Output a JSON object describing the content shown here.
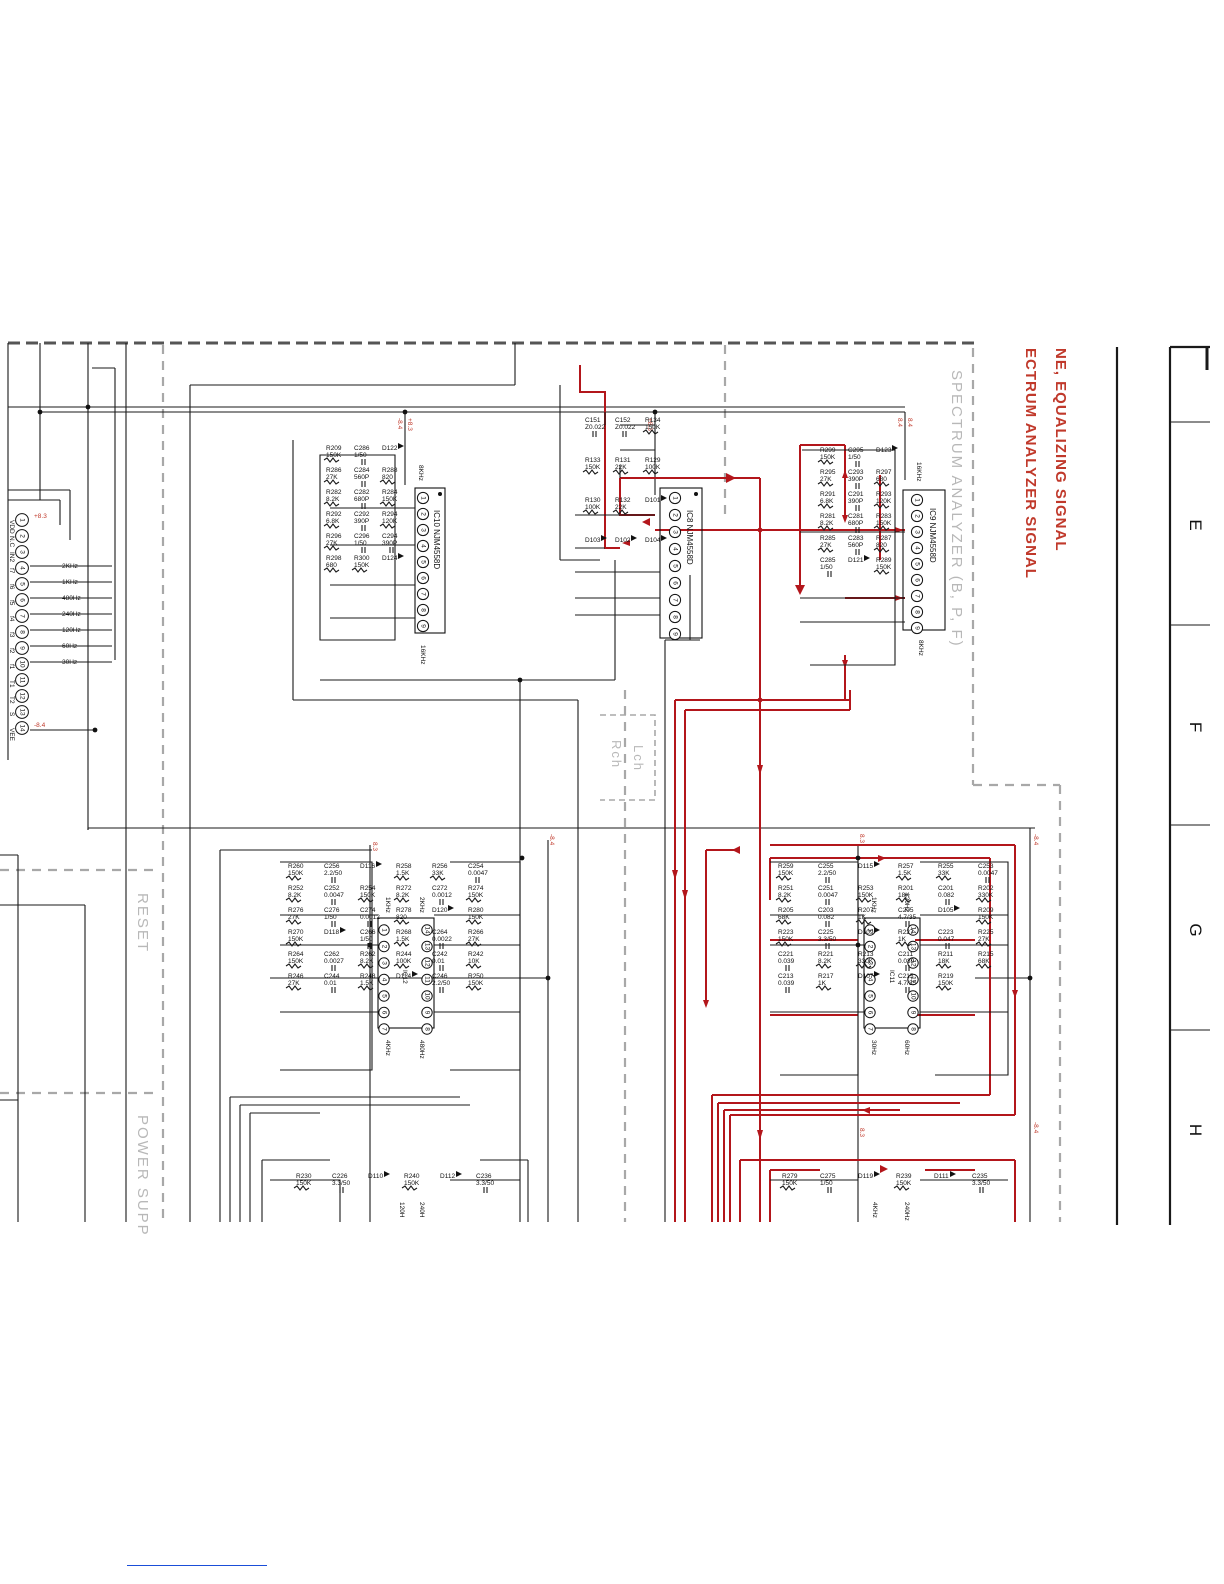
{
  "titles": {
    "line1": "NE, EQUALIZING SIGNAL",
    "line2": "ECTRUM ANALYZER SIGNAL",
    "spectrum": "SPECTRUM ANALYZER (B, P, F)",
    "reset": "RESET",
    "power": "POWER SUPP",
    "lch": "Lch",
    "rch": "Rch"
  },
  "columns": [
    "E",
    "F",
    "G",
    "H"
  ],
  "connector": {
    "pins": [
      "1",
      "2",
      "3",
      "4",
      "5",
      "6",
      "7",
      "8",
      "9",
      "10",
      "11",
      "12",
      "13",
      "14"
    ],
    "pin_labels": [
      "VDD",
      "N.C",
      "IN2",
      "f7",
      "f6",
      "f5",
      "f4",
      "f3",
      "f2",
      "f1",
      "T1",
      "T2",
      "S",
      "VEE"
    ],
    "freq_labels": [
      "2KHz",
      "1KHz",
      "480Hz",
      "240Hz",
      "120Hz",
      "60Hz",
      "30Hz"
    ],
    "vdd_value": "+8.3",
    "vee_value": "-8.4"
  },
  "ics": {
    "ic10": {
      "name": "IC10 NJM4558D",
      "pins": [
        "1",
        "2",
        "3",
        "4",
        "5",
        "6",
        "7",
        "8",
        "9"
      ],
      "f_top": "8KHz",
      "f_bottom": "16KHz"
    },
    "ic8": {
      "name": "IC8 NJM4558D",
      "pins": [
        "1",
        "2",
        "3",
        "4",
        "5",
        "6",
        "7",
        "8",
        "9"
      ]
    },
    "ic9": {
      "name": "IC9 NJM4558D",
      "pins": [
        "1",
        "2",
        "3",
        "4",
        "5",
        "6",
        "7",
        "8",
        "9"
      ],
      "f_top": "16KHz",
      "f_bottom": "8KHz"
    },
    "ic12": {
      "name": "IC12",
      "pins": [
        "1",
        "2",
        "3",
        "4",
        "5",
        "6",
        "7",
        "8",
        "9",
        "10",
        "11",
        "12",
        "13",
        "14"
      ],
      "f": [
        "1KHz",
        "2KHz",
        "4KHz",
        "480Hz"
      ]
    },
    "ic11": {
      "name": "IC11",
      "pins": [
        "1",
        "2",
        "3",
        "4",
        "5",
        "6",
        "7",
        "8",
        "9",
        "10",
        "11",
        "12",
        "13",
        "14"
      ],
      "f": [
        "1KHz",
        "120Hz",
        "30Hz",
        "60Hz"
      ]
    }
  },
  "rails": {
    "pos": "+8.3",
    "neg": "-8.4",
    "neg_short": "-8.4",
    "pos_short": "8.3",
    "pos_e": "8.4"
  },
  "components": {
    "ic10_left": [
      [
        "R209",
        "150K"
      ],
      [
        "C286",
        "1/50"
      ],
      [
        "D122",
        ""
      ],
      [
        "R286",
        "27K"
      ],
      [
        "C284",
        "560P"
      ],
      [
        "R288",
        "820"
      ],
      [
        "R282",
        "8.2K"
      ],
      [
        "C282",
        "680P"
      ],
      [
        "R284",
        "150K"
      ],
      [
        "R292",
        "6.8K"
      ],
      [
        "C292",
        "390P"
      ],
      [
        "R294",
        "120K"
      ],
      [
        "R296",
        "27K"
      ],
      [
        "C296",
        "1/50"
      ],
      [
        "C294",
        "390P"
      ],
      [
        "R298",
        "680"
      ],
      [
        "R300",
        "150K"
      ],
      [
        "D124",
        ""
      ]
    ],
    "ic8_area": [
      [
        "C151",
        "Z0.022"
      ],
      [
        "C152",
        "Z0.022"
      ],
      [
        "R134",
        "150K"
      ],
      [
        "R133",
        "150K"
      ],
      [
        "R131",
        "22K"
      ],
      [
        "R129",
        "100K"
      ],
      [
        "R130",
        "100K"
      ],
      [
        "R132",
        "22K"
      ],
      [
        "D101",
        ""
      ],
      [
        "D103",
        ""
      ],
      [
        "D102",
        ""
      ],
      [
        "D104",
        ""
      ]
    ],
    "ic9_left": [
      [
        "R299",
        "150K"
      ],
      [
        "C295",
        "1/50"
      ],
      [
        "D123",
        ""
      ],
      [
        "R295",
        "27K"
      ],
      [
        "C293",
        "390P"
      ],
      [
        "R297",
        "680"
      ],
      [
        "R291",
        "6.8K"
      ],
      [
        "C291",
        "390P"
      ],
      [
        "R293",
        "120K"
      ],
      [
        "R281",
        "8.2K"
      ],
      [
        "C281",
        "680P"
      ],
      [
        "R283",
        "150K"
      ],
      [
        "R285",
        "27K"
      ],
      [
        "C283",
        "560P"
      ],
      [
        "R287",
        "820"
      ],
      [
        "C285",
        "1/50"
      ],
      [
        "D121",
        ""
      ],
      [
        "R289",
        "150K"
      ]
    ],
    "ic12_area": [
      [
        "R260",
        "150K"
      ],
      [
        "C256",
        "2.2/50"
      ],
      [
        "D116",
        ""
      ],
      [
        "R258",
        "1.5K"
      ],
      [
        "R256",
        "33K"
      ],
      [
        "C254",
        "0.0047"
      ],
      [
        "R252",
        "8.2K"
      ],
      [
        "C252",
        "0.0047"
      ],
      [
        "R254",
        "150K"
      ],
      [
        "R272",
        "8.2K"
      ],
      [
        "C272",
        "0.0012"
      ],
      [
        "R274",
        "150K"
      ],
      [
        "R276",
        "27K"
      ],
      [
        "C276",
        "1/50"
      ],
      [
        "C274",
        "0.0012"
      ],
      [
        "R278",
        "820"
      ],
      [
        "D120",
        ""
      ],
      [
        "R280",
        "150K"
      ],
      [
        "R270",
        "150K"
      ],
      [
        "D118",
        ""
      ],
      [
        "C266",
        "1/50"
      ],
      [
        "R268",
        "1.5K"
      ],
      [
        "C264",
        "0.0022"
      ],
      [
        "R266",
        "27K"
      ],
      [
        "R264",
        "150K"
      ],
      [
        "C262",
        "0.0027"
      ],
      [
        "R262",
        "8.2K"
      ],
      [
        "R244",
        "100K"
      ],
      [
        "C242",
        "0.01"
      ],
      [
        "R242",
        "10K"
      ],
      [
        "R246",
        "27K"
      ],
      [
        "C244",
        "0.01"
      ],
      [
        "R248",
        "1.5K"
      ],
      [
        "D114",
        ""
      ],
      [
        "C246",
        "2.2/50"
      ],
      [
        "R250",
        "150K"
      ]
    ],
    "ic11_area": [
      [
        "R259",
        "150K"
      ],
      [
        "C255",
        "2.2/50"
      ],
      [
        "D115",
        ""
      ],
      [
        "R257",
        "1.5K"
      ],
      [
        "R255",
        "33K"
      ],
      [
        "C253",
        "0.0047"
      ],
      [
        "R251",
        "8.2K"
      ],
      [
        "C251",
        "0.0047"
      ],
      [
        "R253",
        "150K"
      ],
      [
        "R201",
        "18K"
      ],
      [
        "C201",
        "0.082"
      ],
      [
        "R202",
        "330K"
      ],
      [
        "R205",
        "68K"
      ],
      [
        "C203",
        "0.082"
      ],
      [
        "R207",
        "1K"
      ],
      [
        "C205",
        "4.7/35"
      ],
      [
        "D105",
        ""
      ],
      [
        "R209",
        "150K"
      ],
      [
        "R223",
        "150K"
      ],
      [
        "C225",
        "3.3/50"
      ],
      [
        "D109",
        ""
      ],
      [
        "R227",
        "1K"
      ],
      [
        "C223",
        "0.047"
      ],
      [
        "R225",
        "27K"
      ],
      [
        "C221",
        "0.039"
      ],
      [
        "R221",
        "8.2K"
      ],
      [
        "R213",
        "330K"
      ],
      [
        "C211",
        "0.039"
      ],
      [
        "R211",
        "18K"
      ],
      [
        "R215",
        "68K"
      ],
      [
        "C213",
        "0.039"
      ],
      [
        "R217",
        "1K"
      ],
      [
        "D107",
        ""
      ],
      [
        "C215",
        "4.7/35"
      ],
      [
        "R219",
        "150K"
      ]
    ],
    "bottom_left": [
      [
        "R230",
        "150K"
      ],
      [
        "C226",
        "3.3/50"
      ],
      [
        "D110",
        ""
      ],
      [
        "R240",
        "150K"
      ],
      [
        "D112",
        ""
      ],
      [
        "C236",
        "3.3/50"
      ]
    ],
    "bottom_right": [
      [
        "R279",
        "150K"
      ],
      [
        "C275",
        "1/50"
      ],
      [
        "D119",
        ""
      ],
      [
        "R239",
        "150K"
      ],
      [
        "D111",
        ""
      ],
      [
        "C235",
        "3.3/50"
      ]
    ],
    "bottom_freqs": [
      "120H",
      "240H",
      "4KHz",
      "240Hz"
    ]
  }
}
